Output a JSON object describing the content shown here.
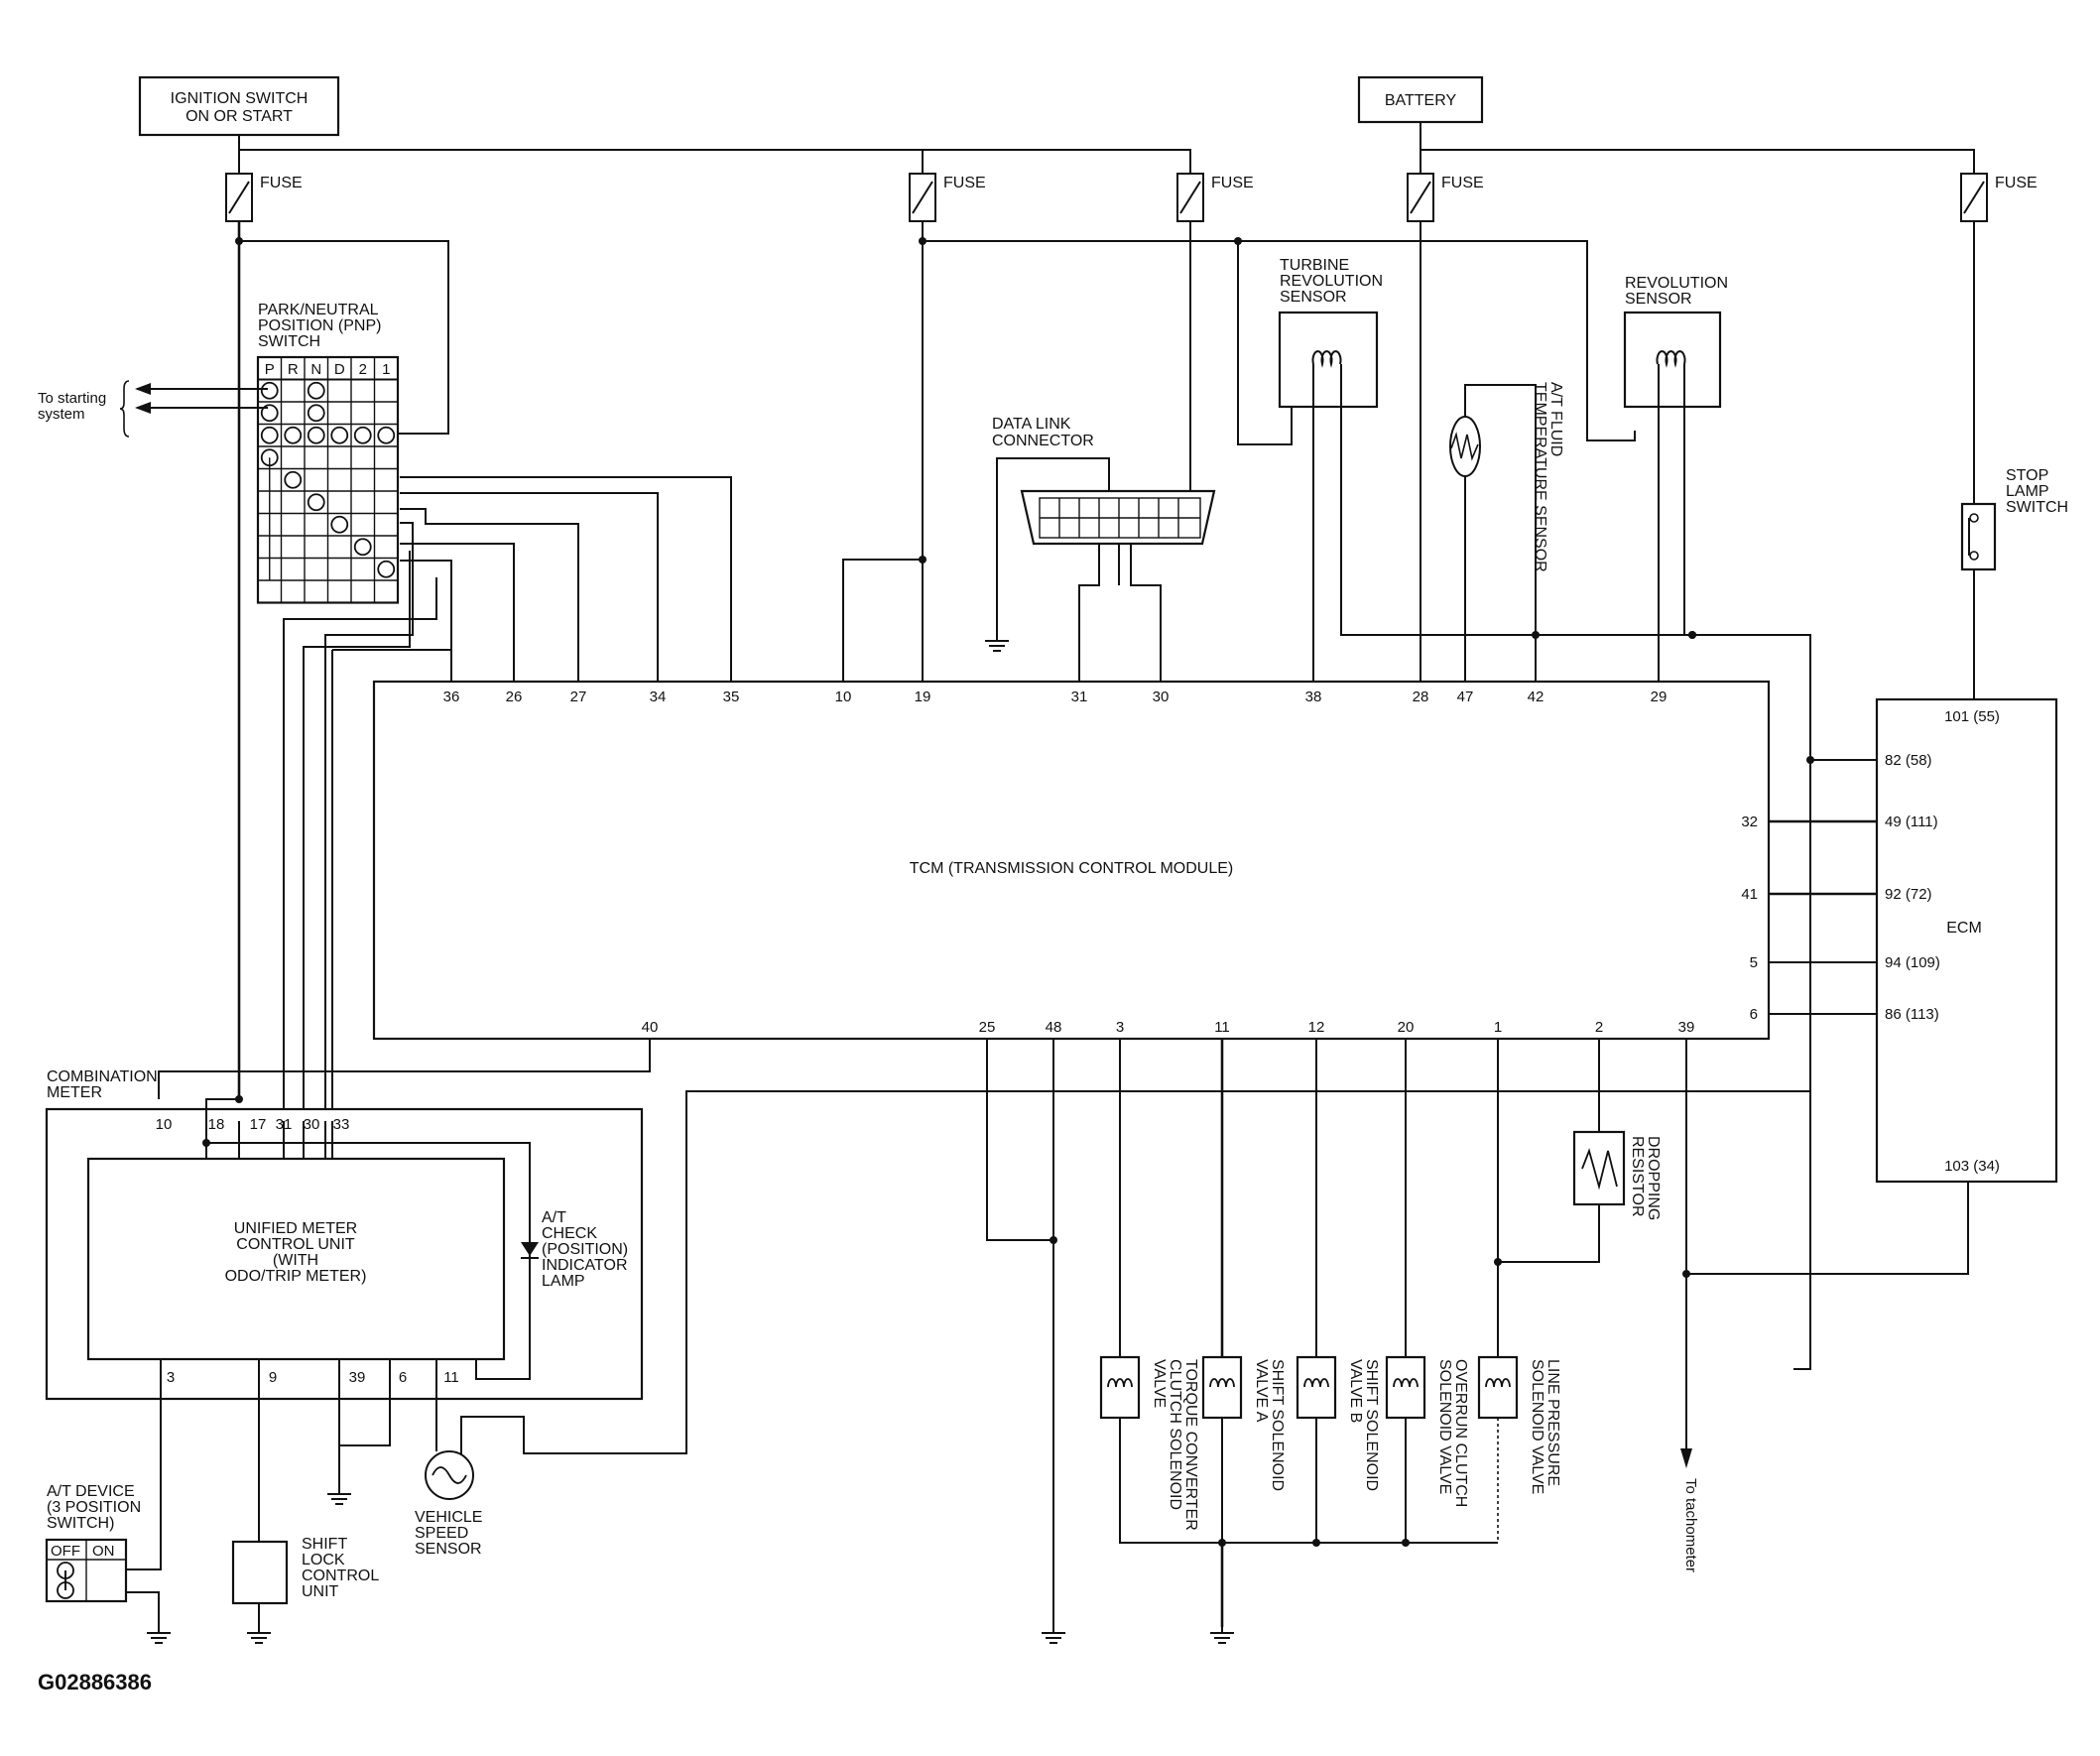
{
  "power": {
    "ignition_line1": "IGNITION SWITCH",
    "ignition_line2": "ON OR START",
    "battery": "BATTERY",
    "fuse": "FUSE"
  },
  "pnp": {
    "title_lines": [
      "PARK/NEUTRAL",
      "POSITION (PNP)",
      "SWITCH"
    ],
    "positions": [
      "P",
      "R",
      "N",
      "D",
      "2",
      "1"
    ],
    "to_starting_line1": "To starting",
    "to_starting_line2": "system"
  },
  "dlc": {
    "title_lines": [
      "DATA LINK",
      "CONNECTOR"
    ]
  },
  "sensors": {
    "turbine_lines": [
      "TURBINE",
      "REVOLUTION",
      "SENSOR"
    ],
    "revolution_lines": [
      "REVOLUTION",
      "SENSOR"
    ],
    "fluid_temp_lines": [
      "A/T FLUID",
      "TEMPERATURE SENSOR"
    ],
    "stop_lamp_lines": [
      "STOP",
      "LAMP",
      "SWITCH"
    ]
  },
  "tcm": {
    "label": "TCM (TRANSMISSION CONTROL MODULE)",
    "top_pins": [
      "36",
      "26",
      "27",
      "34",
      "35",
      "10",
      "19",
      "31",
      "30",
      "38",
      "28",
      "47",
      "42",
      "29"
    ],
    "right_pins": [
      "32",
      "41",
      "5",
      "6"
    ],
    "bottom_pins": [
      "40",
      "25",
      "48",
      "3",
      "11",
      "12",
      "20",
      "1",
      "2",
      "39"
    ]
  },
  "ecm": {
    "label": "ECM",
    "top_pin": "101 (55)",
    "pins": [
      "82 (58)",
      "49 (111)",
      "92 (72)",
      "94 (109)",
      "86 (113)"
    ],
    "bottom_pin": "103 (34)"
  },
  "meter": {
    "title_lines": [
      "COMBINATION",
      "METER"
    ],
    "top_pins": [
      "10",
      "18",
      "17",
      "31",
      "30",
      "33"
    ],
    "unit_lines": [
      "UNIFIED METER",
      "CONTROL UNIT",
      "(WITH",
      "ODO/TRIP METER)"
    ],
    "lamp_lines": [
      "A/T",
      "CHECK",
      "(POSITION)",
      "INDICATOR",
      "LAMP"
    ],
    "bottom_pins": [
      "3",
      "9",
      "39",
      "6",
      "11"
    ]
  },
  "vehicle_speed_lines": [
    "VEHICLE",
    "SPEED",
    "SENSOR"
  ],
  "at_device": {
    "title_lines": [
      "A/T DEVICE",
      "(3 POSITION",
      "SWITCH)"
    ],
    "off": "OFF",
    "on": "ON"
  },
  "shift_lock_lines": [
    "SHIFT",
    "LOCK",
    "CONTROL",
    "UNIT"
  ],
  "dropping_resistor_lines": [
    "DROPPING",
    "RESISTOR"
  ],
  "solenoids": [
    {
      "lines": [
        "TORQUE CONVERTER",
        "CLUTCH SOLENOID",
        "VALVE"
      ]
    },
    {
      "lines": [
        "SHIFT SOLENOID",
        "VALVE A"
      ]
    },
    {
      "lines": [
        "SHIFT SOLENOID",
        "VALVE B"
      ]
    },
    {
      "lines": [
        "OVERRUN CLUTCH",
        "SOLENOID VALVE"
      ]
    },
    {
      "lines": [
        "LINE PRESSURE",
        "SOLENOID VALVE"
      ]
    }
  ],
  "to_tachometer": "To tachometer",
  "figure_id": "G02886386"
}
